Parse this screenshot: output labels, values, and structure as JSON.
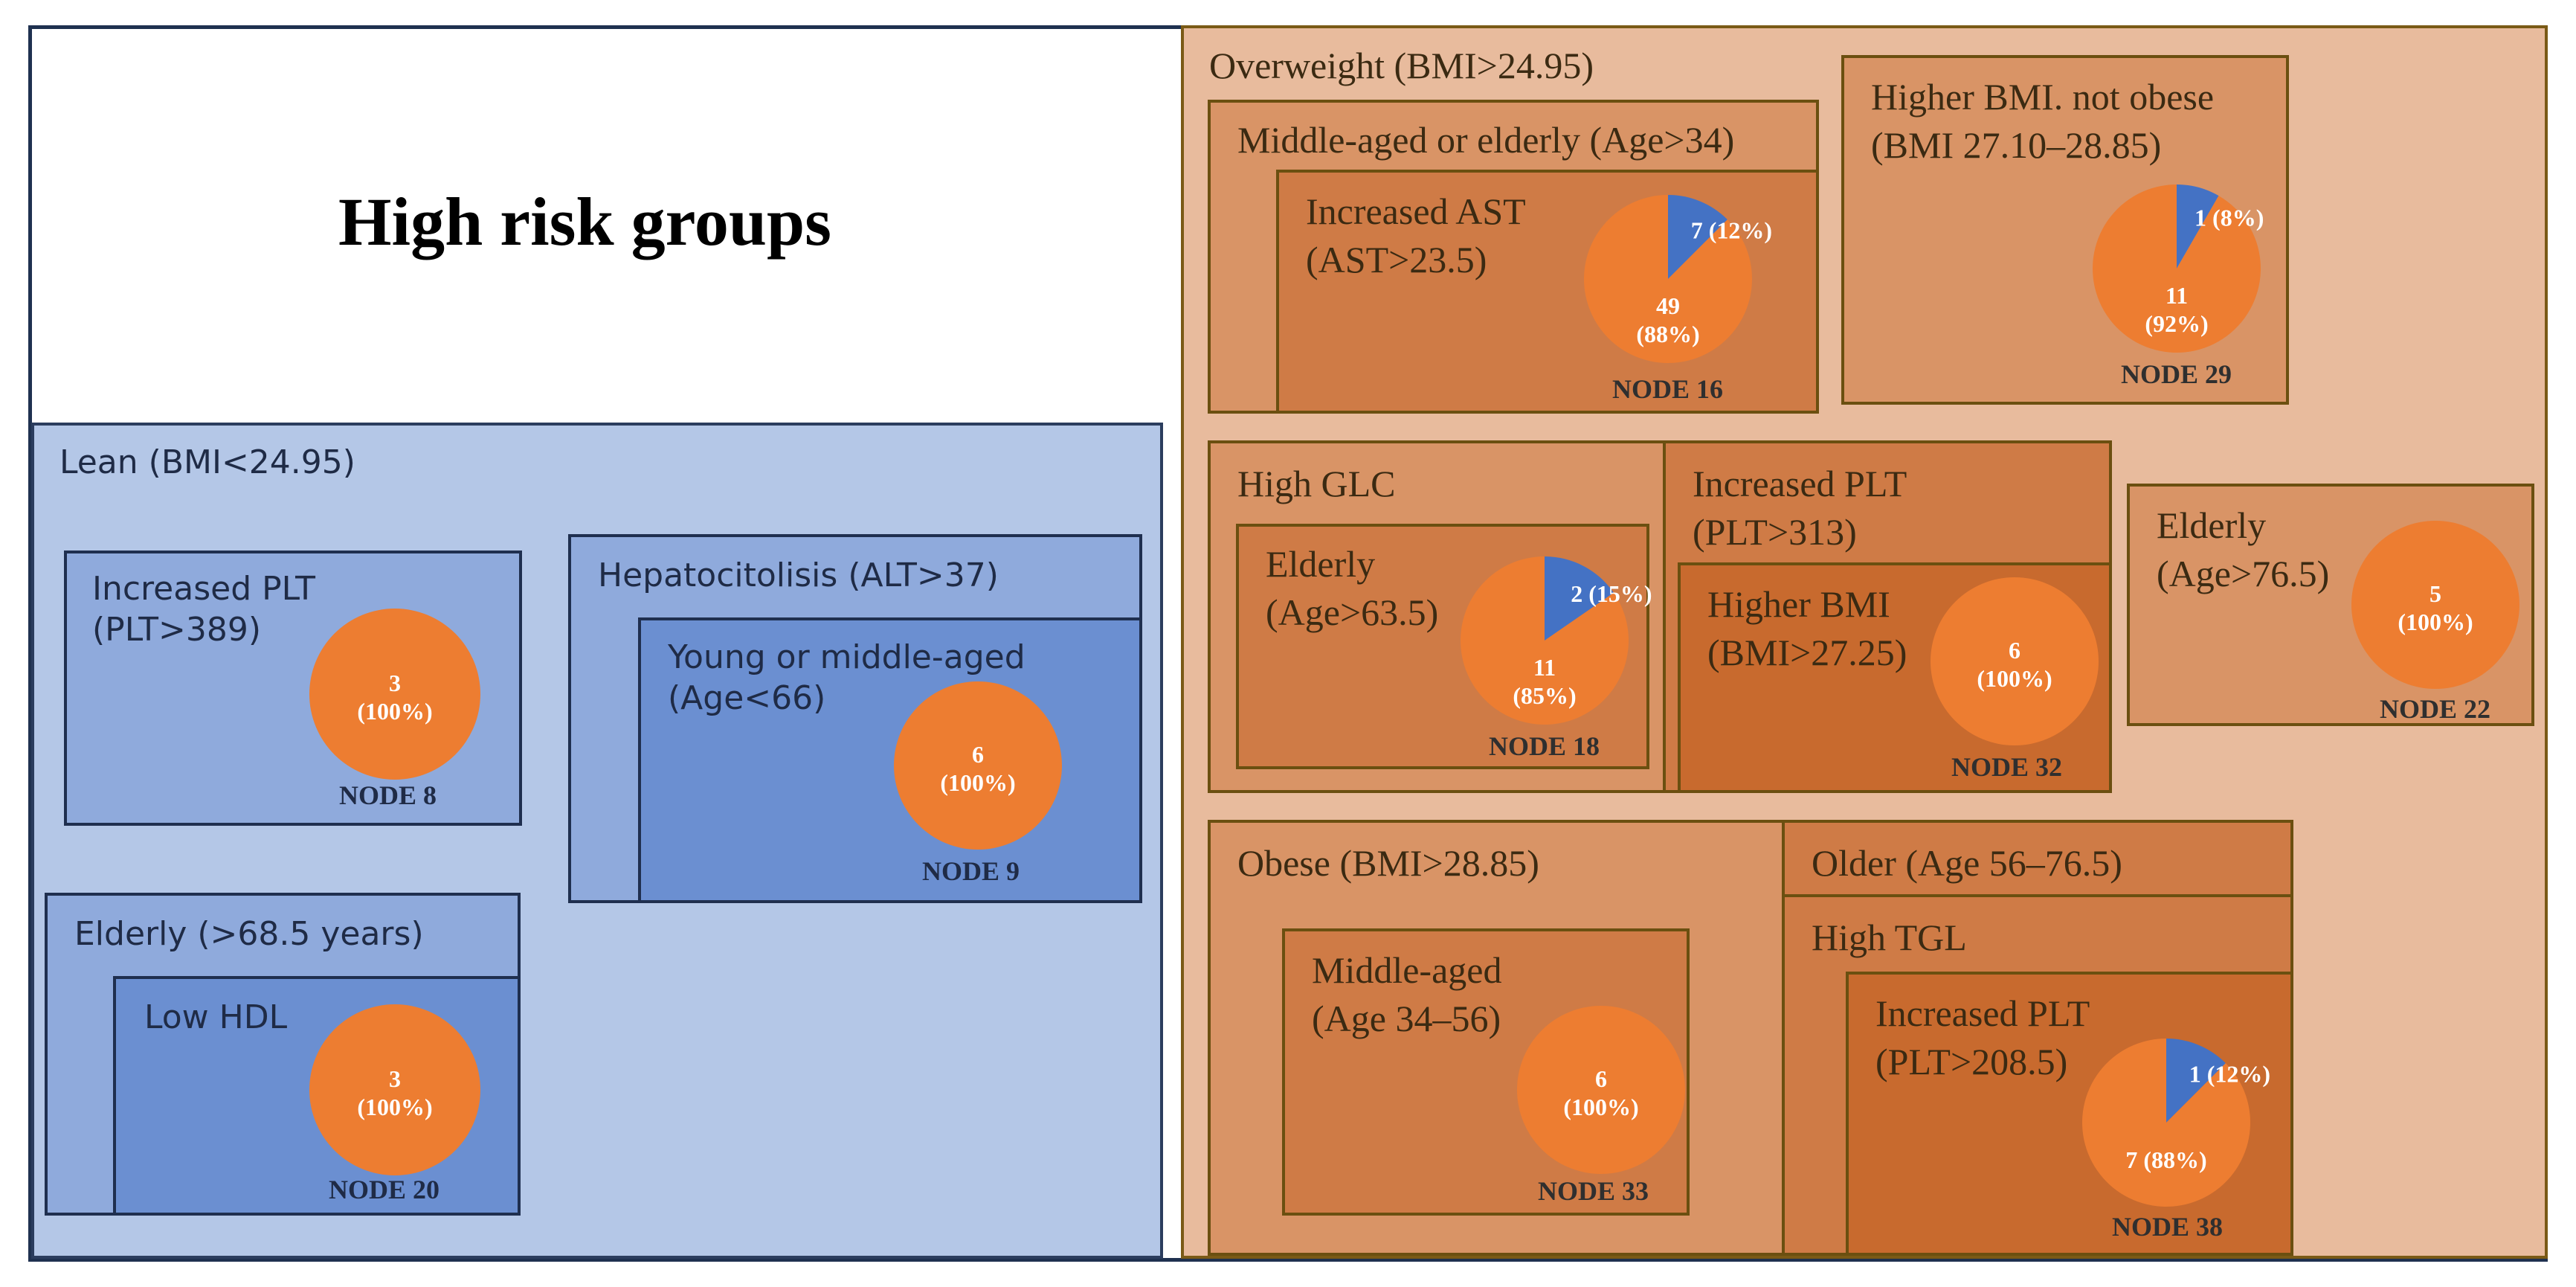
{
  "title": "High risk groups",
  "colors": {
    "pie_main": "#ed7d31",
    "pie_minor": "#4472c4"
  },
  "lean": {
    "label": "Lean (BMI<24.95)",
    "plt": {
      "label_l1": "Increased  PLT",
      "label_l2": "(PLT>389)",
      "node": "NODE 8"
    },
    "hep": {
      "label": "Hepatocitolisis (ALT>37)"
    },
    "young": {
      "label_l1": "Young or middle-aged",
      "label_l2": "(Age<66)",
      "node": "NODE 9"
    },
    "elderly": {
      "label": "Elderly (>68.5 years)"
    },
    "hdl": {
      "label": "Low HDL",
      "node": "NODE 20"
    }
  },
  "overweight": {
    "label": "Overweight (BMI>24.95)",
    "middle": {
      "label": "Middle-aged  or elderly (Age>34)"
    },
    "ast": {
      "label_l1": "Increased  AST",
      "label_l2": "(AST>23.5)",
      "node": "NODE 16"
    },
    "higher_bmi": {
      "label_l1": "Higher BMI. not obese",
      "label_l2": "(BMI 27.10–28.85)",
      "node": "NODE 29"
    },
    "glc": {
      "label": "High GLC"
    },
    "glc_elderly": {
      "label_l1": "Elderly",
      "label_l2": "(Age>63.5)",
      "node": "NODE 18"
    },
    "plt313": {
      "label_l1": "Increased  PLT",
      "label_l2": "(PLT>313)"
    },
    "bmi2725": {
      "label_l1": "Higher BMI",
      "label_l2": "(BMI>27.25)",
      "node": "NODE 32"
    },
    "elderly765": {
      "label_l1": "Elderly",
      "label_l2": "(Age>76.5)",
      "node": "NODE 22"
    },
    "obese": {
      "label": "Obese  (BMI>28.85)"
    },
    "obese_middle": {
      "label_l1": "Middle-aged",
      "label_l2": "(Age  34–56)",
      "node": "NODE 33"
    },
    "older": {
      "label": "Older (Age 56–76.5)"
    },
    "tgl": {
      "label": "High TGL"
    },
    "plt2085": {
      "label_l1": "Increased  PLT",
      "label_l2": "(PLT>208.5)",
      "node": "NODE 38"
    }
  },
  "pies": {
    "node8": {
      "main": 3,
      "minor": 0,
      "main_l1": "3",
      "main_l2": "(100%)"
    },
    "node9": {
      "main": 6,
      "minor": 0,
      "main_l1": "6",
      "main_l2": "(100%)"
    },
    "node20": {
      "main": 3,
      "minor": 0,
      "main_l1": "3",
      "main_l2": "(100%)"
    },
    "node16": {
      "main": 49,
      "minor": 7,
      "main_l1": "49",
      "main_l2": "(88%)",
      "minor_label": "7 (12%)"
    },
    "node29": {
      "main": 11,
      "minor": 1,
      "main_l1": "11",
      "main_l2": "(92%)",
      "minor_label": "1 (8%)"
    },
    "node18": {
      "main": 11,
      "minor": 2,
      "main_l1": "11",
      "main_l2": "(85%)",
      "minor_label": "2 (15%)"
    },
    "node32": {
      "main": 6,
      "minor": 0,
      "main_l1": "6",
      "main_l2": "(100%)"
    },
    "node22": {
      "main": 5,
      "minor": 0,
      "main_l1": "5",
      "main_l2": "(100%)"
    },
    "node33": {
      "main": 6,
      "minor": 0,
      "main_l1": "6",
      "main_l2": "(100%)"
    },
    "node38": {
      "main": 7,
      "minor": 1,
      "main_l1": "7 (88%)",
      "main_l2": "",
      "minor_label": "1 (12%)"
    }
  }
}
